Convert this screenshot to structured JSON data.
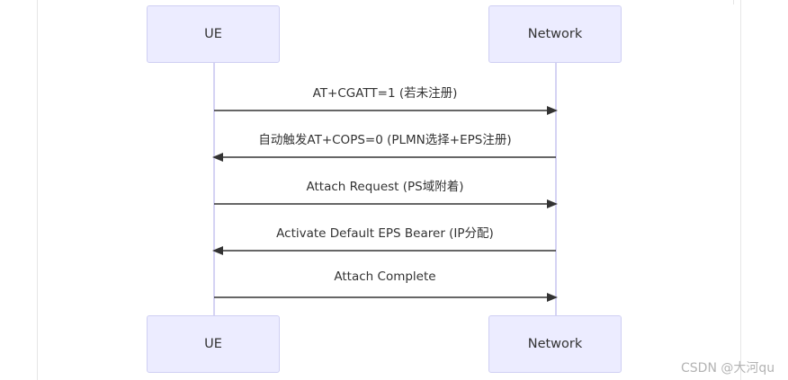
{
  "participants": {
    "left": "UE",
    "right": "Network"
  },
  "messages": [
    {
      "label": "AT+CGATT=1 (若未注册)",
      "direction": "to-network"
    },
    {
      "label": "自动触发AT+COPS=0 (PLMN选择+EPS注册)",
      "direction": "to-ue"
    },
    {
      "label": "Attach Request (PS域附着)",
      "direction": "to-network"
    },
    {
      "label": "Activate Default EPS Bearer (IP分配)",
      "direction": "to-ue"
    },
    {
      "label": "Attach Complete",
      "direction": "to-network"
    }
  ],
  "watermark": "CSDN @大河qu",
  "colors": {
    "actor_fill": "#ececff",
    "actor_border": "#cfcff3",
    "lifeline": "#d5d3f3",
    "arrow": "#333333",
    "text": "#333333"
  }
}
